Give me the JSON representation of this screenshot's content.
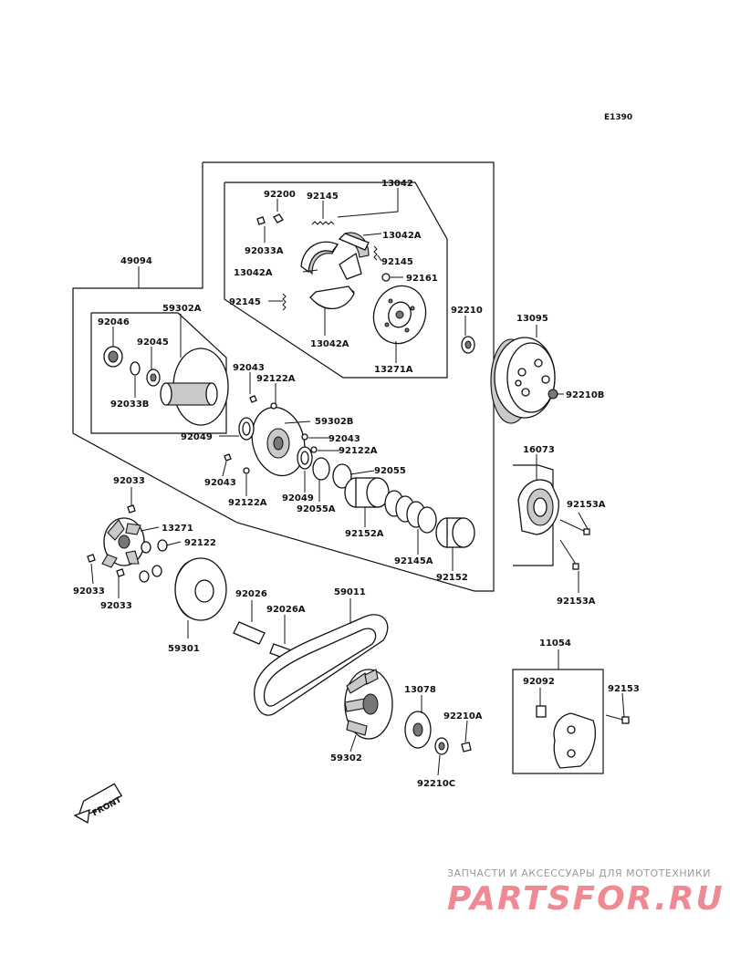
{
  "diagram_code": "E1390",
  "front_label": "FRONT",
  "labels": {
    "l49094": "49094",
    "l13042": "13042",
    "l92200": "92200",
    "l92145a": "92145",
    "l13042a_1": "13042A",
    "l92033a": "92033A",
    "l92145b": "92145",
    "l13042a_2": "13042A",
    "l92161": "92161",
    "l92145c": "92145",
    "l13042a_3": "13042A",
    "l13271a": "13271A",
    "l92210": "92210",
    "l13095": "13095",
    "l92210b": "92210B",
    "l92046": "92046",
    "l59302a": "59302A",
    "l92045": "92045",
    "l92033b": "92033B",
    "l92043a": "92043",
    "l92122a_1": "92122A",
    "l59302b": "59302B",
    "l92049a": "92049",
    "l92043b": "92043",
    "l92122a_2": "92122A",
    "l92043c": "92043",
    "l92055": "92055",
    "l92049b": "92049",
    "l92122a_3": "92122A",
    "l92055a": "92055A",
    "l92152a": "92152A",
    "l92145a_r": "92145A",
    "l92152": "92152",
    "l16073": "16073",
    "l92153a_1": "92153A",
    "l92153a_2": "92153A",
    "l92033_1": "92033",
    "l13271": "13271",
    "l92122": "92122",
    "l92033_2": "92033",
    "l92033_3": "92033",
    "l59301": "59301",
    "l92026": "92026",
    "l92026a": "92026A",
    "l59011": "59011",
    "l13078": "13078",
    "l92210a": "92210A",
    "l59302": "59302",
    "l92210c": "92210C",
    "l11054": "11054",
    "l92092": "92092",
    "l92153": "92153"
  },
  "watermark": {
    "tagline": "ЗАПЧАСТИ И АКСЕССУАРЫ ДЛЯ МОТОТЕХНИКИ",
    "logo": "PARTSFOR.RU"
  }
}
